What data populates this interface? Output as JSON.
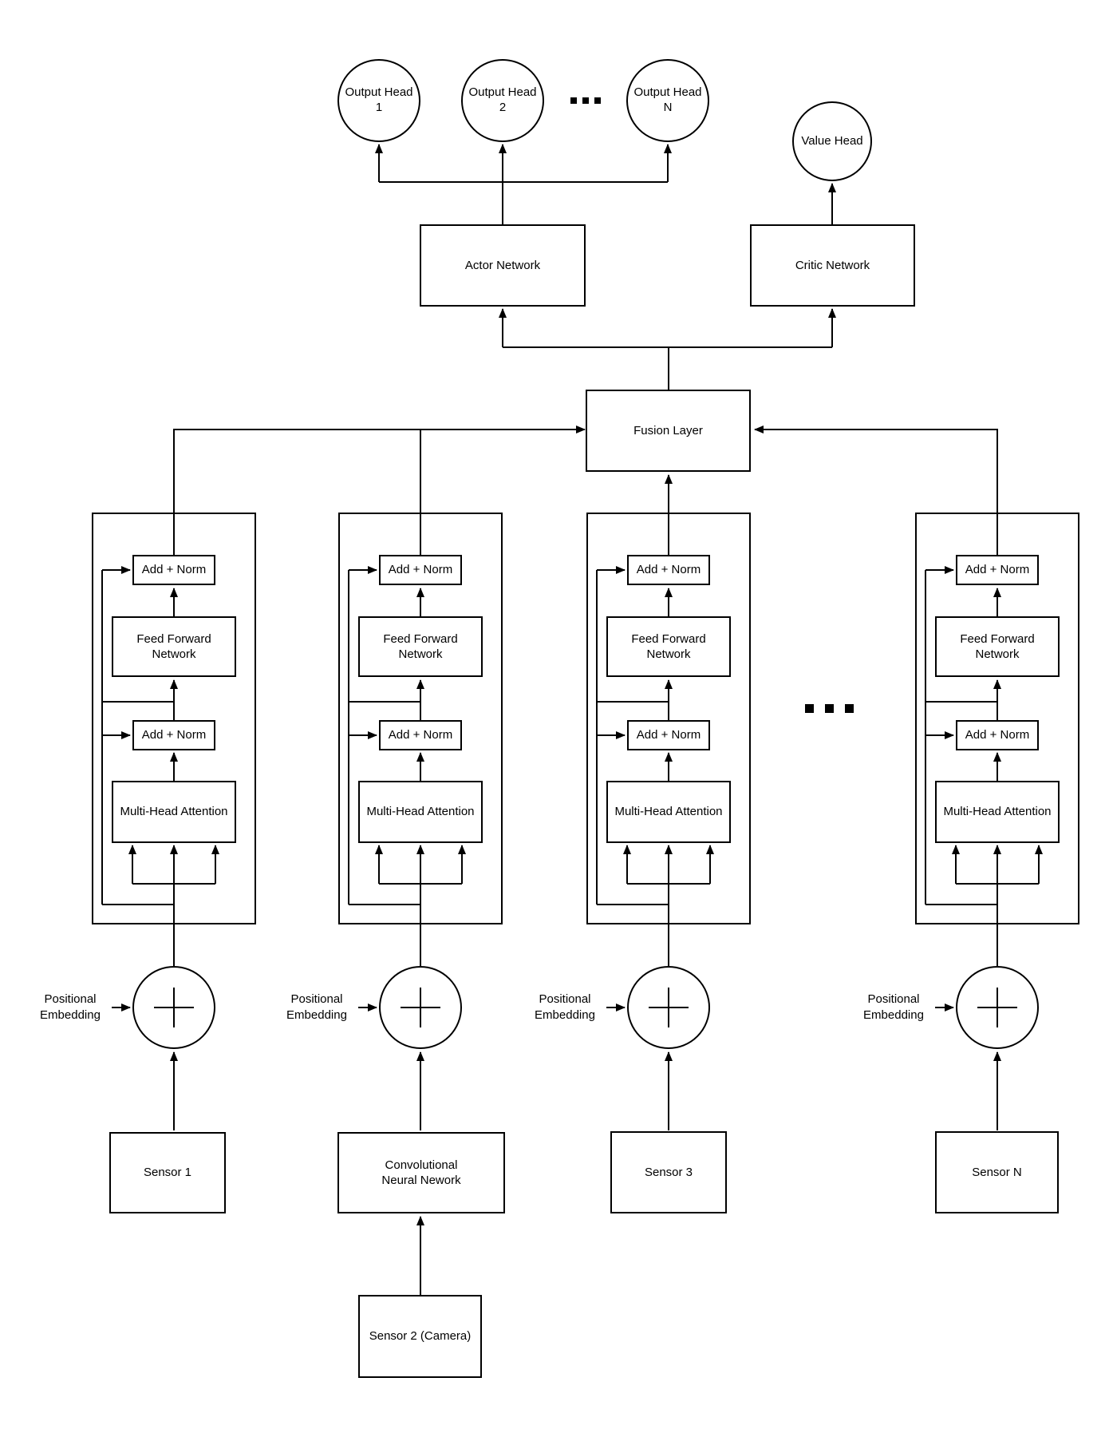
{
  "diagram": {
    "output_heads": [
      {
        "label": "Output Head\n1"
      },
      {
        "label": "Output Head\n2"
      },
      {
        "label": "Output Head\nN"
      }
    ],
    "value_head": {
      "label": "Value Head"
    },
    "actor": {
      "label": "Actor Network"
    },
    "critic": {
      "label": "Critic Network"
    },
    "fusion": {
      "label": "Fusion Layer"
    },
    "block_labels": {
      "add_norm": "Add + Norm",
      "feed_forward": "Feed Forward\nNetwork",
      "multi_head_attention": "Multi-Head Attention",
      "positional_embedding": "Positional\nEmbedding"
    },
    "columns": [
      {
        "input_label": "Sensor 1"
      },
      {
        "input_label": "Convolutional\nNeural Nework"
      },
      {
        "input_label": "Sensor 3"
      },
      {
        "input_label": "Sensor N"
      }
    ],
    "camera_sensor": {
      "label": "Sensor 2 (Camera)"
    },
    "icons": {
      "heads_gap": "ellipsis-icon",
      "blocks_gap": "ellipsis-icon",
      "add_operator": "plus-in-circle-icon"
    },
    "colors": {
      "stroke": "#000000",
      "background": "#ffffff"
    }
  }
}
